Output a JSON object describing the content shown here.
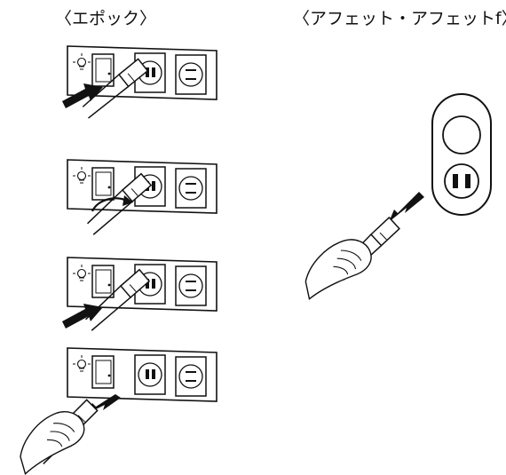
{
  "captions": {
    "left": "〈エポック〉",
    "right": "〈アフェット・アフェットf〉"
  },
  "colors": {
    "line": "#111111",
    "background": "#ffffff"
  },
  "icons": {
    "panel_symbol": "light-bulb-icon",
    "motion_marker": "arrow-icon"
  },
  "left_steps": [
    {
      "action": "insert-plug",
      "arrow": "into-outlet"
    },
    {
      "action": "twist-plug",
      "arrow": "rotate"
    },
    {
      "action": "twist-plug-back",
      "arrow": "into-outlet"
    },
    {
      "action": "pull-out-plug",
      "arrow": "out-of-outlet"
    }
  ],
  "right_step": {
    "action": "pull-out-plug",
    "arrow": "out-of-outlet"
  }
}
